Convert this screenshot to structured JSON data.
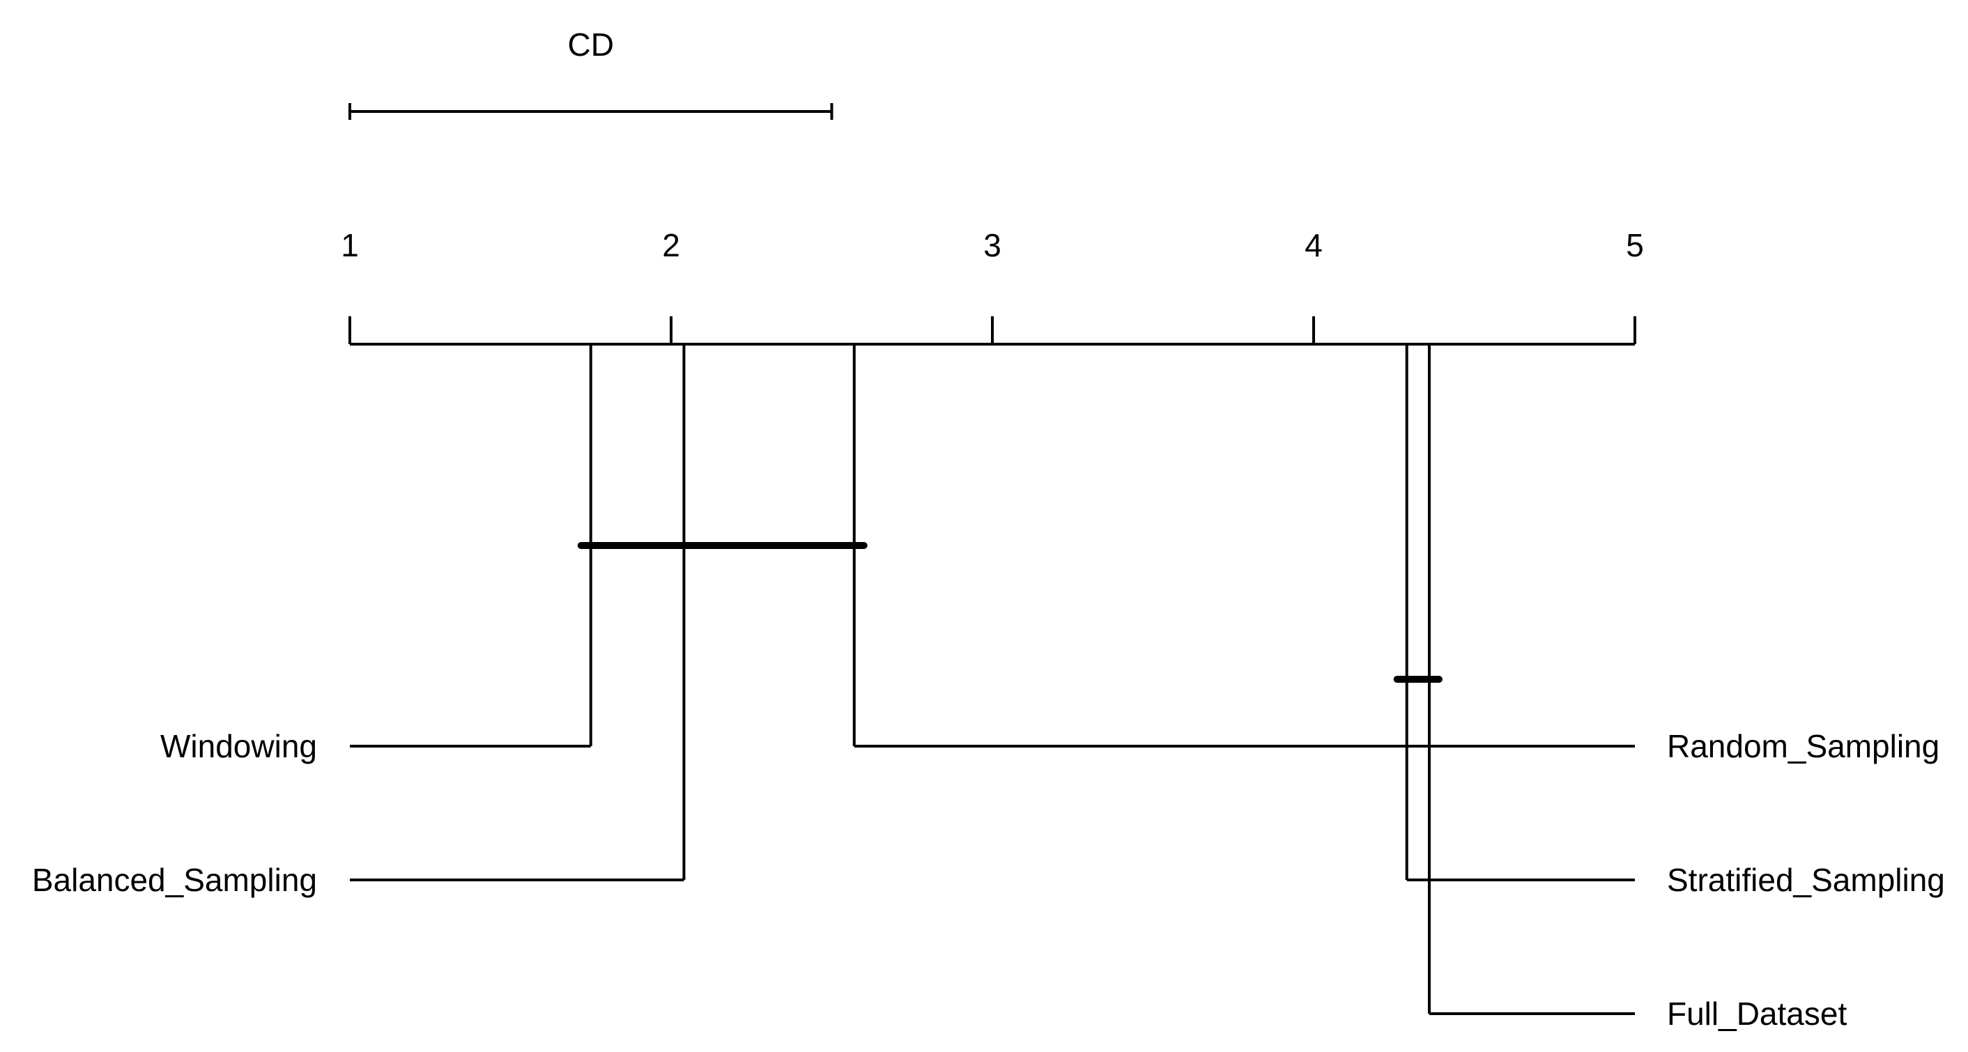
{
  "chart_data": {
    "type": "critical-difference-diagram",
    "cd_label": "CD",
    "cd_value": 1.5,
    "axis": {
      "min": 1,
      "max": 5,
      "ticks": [
        "1",
        "2",
        "3",
        "4",
        "5"
      ]
    },
    "methods": [
      {
        "name": "Windowing",
        "rank": 1.75,
        "side": "left",
        "order": 0
      },
      {
        "name": "Balanced_Sampling",
        "rank": 2.04,
        "side": "left",
        "order": 1
      },
      {
        "name": "Random_Sampling",
        "rank": 2.57,
        "side": "right",
        "order": 0
      },
      {
        "name": "Stratified_Sampling",
        "rank": 4.29,
        "side": "right",
        "order": 1
      },
      {
        "name": "Full_Dataset",
        "rank": 4.36,
        "side": "right",
        "order": 2
      }
    ],
    "cliques": [
      {
        "members": [
          "Windowing",
          "Balanced_Sampling",
          "Random_Sampling"
        ],
        "from": 1.75,
        "to": 2.57
      },
      {
        "members": [
          "Stratified_Sampling",
          "Full_Dataset"
        ],
        "from": 4.29,
        "to": 4.36
      }
    ]
  }
}
